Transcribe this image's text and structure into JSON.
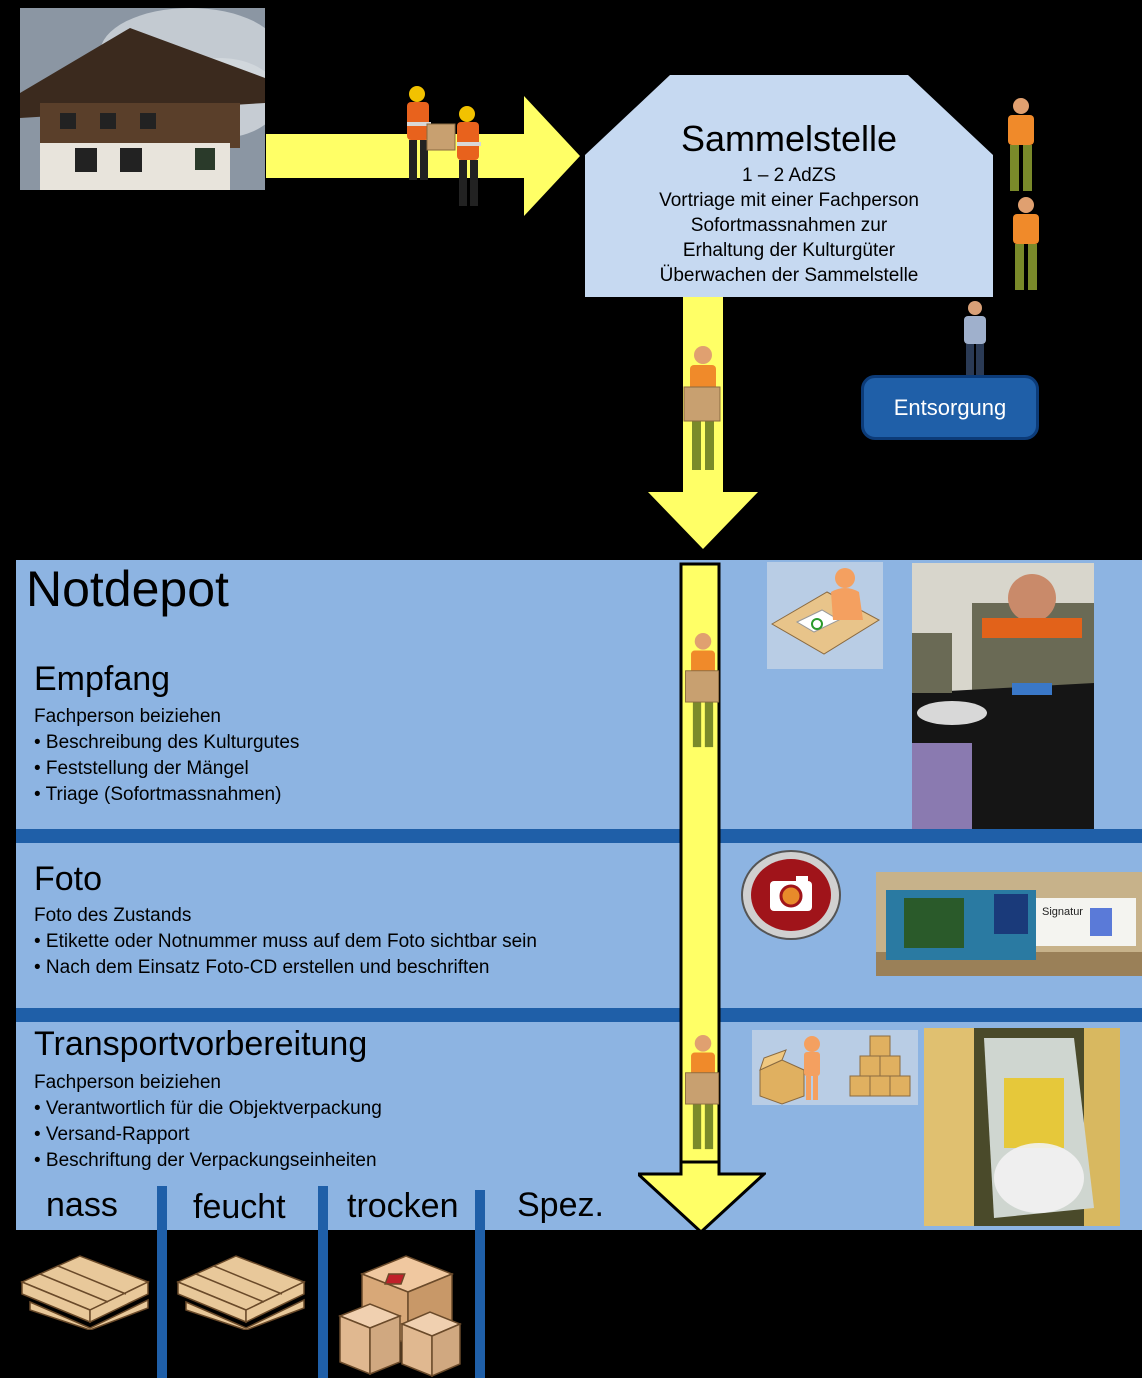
{
  "top": {
    "sammelstelle": {
      "title": "Sammelstelle",
      "lines": [
        "1 – 2 AdZS",
        "Vortriage mit einer Fachperson",
        "Sofortmassnahmen zur",
        "Erhaltung der Kulturgüter",
        "Überwachen der Sammelstelle"
      ]
    },
    "entsorgung_label": "Entsorgung"
  },
  "notdepot": {
    "title": "Notdepot",
    "sections": [
      {
        "heading": "Empfang",
        "intro": "Fachperson beiziehen",
        "bullets": [
          "• Beschreibung des Kulturgutes",
          "• Feststellung der Mängel",
          "• Triage (Sofortmassnahmen)"
        ]
      },
      {
        "heading": "Foto",
        "intro": "Foto des Zustands",
        "bullets": [
          "• Etikette oder Notnummer muss auf dem Foto sichtbar sein",
          "• Nach dem Einsatz Foto-CD erstellen und beschriften"
        ]
      },
      {
        "heading": "Transportvorbereitung",
        "intro": "Fachperson beiziehen",
        "bullets": [
          "• Verantwortlich für die Objektverpackung",
          "• Versand-Rapport",
          "• Beschriftung der Verpackungseinheiten"
        ]
      }
    ],
    "sorting_labels": [
      "nass",
      "feucht",
      "trocken",
      "Spez."
    ],
    "label_book": "Signatur"
  },
  "colors": {
    "background": "#000000",
    "panel_blue": "#8db4e2",
    "divider_blue": "#1f5fa8",
    "arrow_yellow": "#ffff66",
    "sammelstelle_fill": "#c6d9f1",
    "entsorgung_button": "#1f5fa8"
  }
}
